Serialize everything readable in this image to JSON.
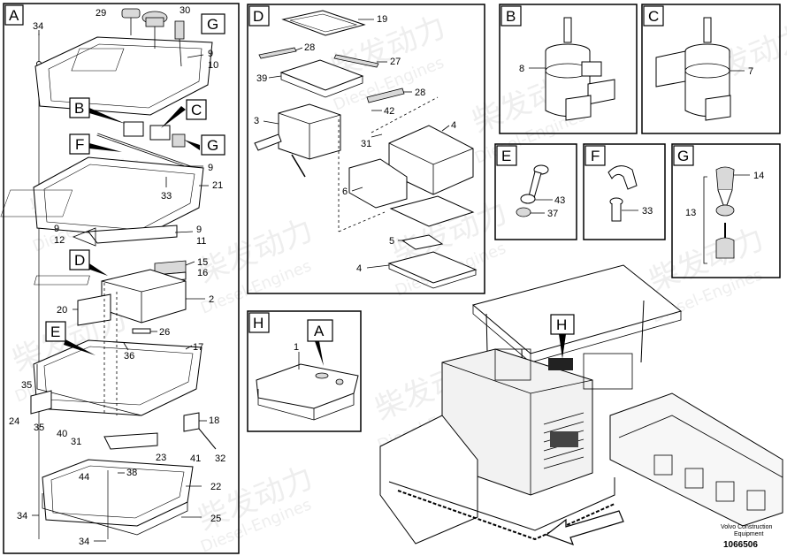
{
  "watermark": {
    "cn_text": "柴发动力",
    "en_text": "Diesel-Engines"
  },
  "panels": {
    "A": {
      "letter": "A"
    },
    "B": {
      "letter": "B"
    },
    "C": {
      "letter": "C"
    },
    "D": {
      "letter": "D"
    },
    "E": {
      "letter": "E"
    },
    "F": {
      "letter": "F"
    },
    "G": {
      "letter": "G"
    },
    "H": {
      "letter": "H"
    }
  },
  "callouts": {
    "a_b": "B",
    "a_c": "C",
    "a_d": "D",
    "a_e": "E",
    "a_f": "F",
    "a_g1": "G",
    "a_g2": "G",
    "h_a": "A",
    "machine_h": "H"
  },
  "labels": {
    "a_34_top": "34",
    "a_29": "29",
    "a_30": "30",
    "a_9_top": "9",
    "a_10": "10",
    "a_9_mid": "9",
    "a_33": "33",
    "a_21": "21",
    "a_9_l": "9",
    "a_12": "12",
    "a_9_r": "9",
    "a_11": "11",
    "a_15": "15",
    "a_16": "16",
    "a_2": "2",
    "a_20": "20",
    "a_26": "26",
    "a_36": "36",
    "a_17": "17",
    "a_35_top": "35",
    "a_24": "24",
    "a_35_bot": "35",
    "a_40": "40",
    "a_31": "31",
    "a_18": "18",
    "a_41": "41",
    "a_32": "32",
    "a_23": "23",
    "a_38": "38",
    "a_44": "44",
    "a_22": "22",
    "a_34_mid": "34",
    "a_25": "25",
    "a_34_bot": "34",
    "d_19": "19",
    "d_28_top": "28",
    "d_27": "27",
    "d_39": "39",
    "d_28_r": "28",
    "d_42": "42",
    "d_3": "3",
    "d_31": "31",
    "d_4_top": "4",
    "d_6": "6",
    "d_5": "5",
    "d_4_bot": "4",
    "b_8": "8",
    "c_7": "7",
    "e_43": "43",
    "e_37": "37",
    "f_33": "33",
    "g_14": "14",
    "g_13": "13",
    "h_1": "1"
  },
  "footer": {
    "line1": "Volvo Construction",
    "line2": "Equipment",
    "code": "1066506"
  }
}
